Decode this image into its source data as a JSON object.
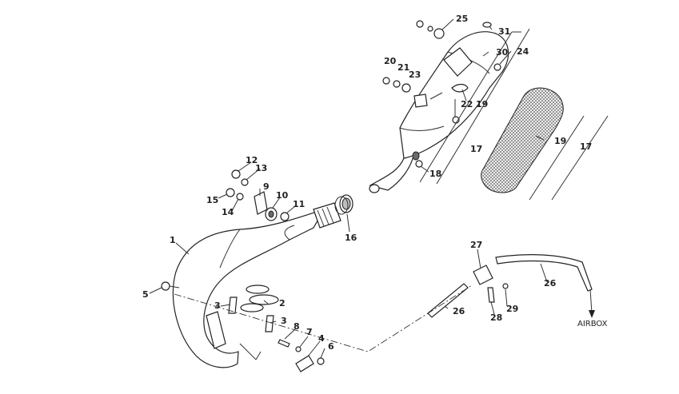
{
  "callouts": [
    {
      "id": "c1",
      "label": "1"
    },
    {
      "id": "c2",
      "label": "2"
    },
    {
      "id": "c3a",
      "label": "3"
    },
    {
      "id": "c3b",
      "label": "3"
    },
    {
      "id": "c4",
      "label": "4"
    },
    {
      "id": "c5",
      "label": "5"
    },
    {
      "id": "c6",
      "label": "6"
    },
    {
      "id": "c7",
      "label": "7"
    },
    {
      "id": "c8",
      "label": "8"
    },
    {
      "id": "c9",
      "label": "9"
    },
    {
      "id": "c10",
      "label": "10"
    },
    {
      "id": "c11",
      "label": "11"
    },
    {
      "id": "c12",
      "label": "12"
    },
    {
      "id": "c13",
      "label": "13"
    },
    {
      "id": "c14",
      "label": "14"
    },
    {
      "id": "c15",
      "label": "15"
    },
    {
      "id": "c16",
      "label": "16"
    },
    {
      "id": "c17a",
      "label": "17"
    },
    {
      "id": "c17b",
      "label": "17"
    },
    {
      "id": "c18",
      "label": "18"
    },
    {
      "id": "c19a",
      "label": "19"
    },
    {
      "id": "c19b",
      "label": "19"
    },
    {
      "id": "c20",
      "label": "20"
    },
    {
      "id": "c21",
      "label": "21"
    },
    {
      "id": "c22",
      "label": "22"
    },
    {
      "id": "c23",
      "label": "23"
    },
    {
      "id": "c24",
      "label": "24"
    },
    {
      "id": "c25",
      "label": "25"
    },
    {
      "id": "c26a",
      "label": "26"
    },
    {
      "id": "c26b",
      "label": "26"
    },
    {
      "id": "c27",
      "label": "27"
    },
    {
      "id": "c28",
      "label": "28"
    },
    {
      "id": "c29",
      "label": "29"
    },
    {
      "id": "c30",
      "label": "30"
    },
    {
      "id": "c31",
      "label": "31"
    }
  ],
  "annotations": {
    "airbox": "AIRBOX"
  }
}
